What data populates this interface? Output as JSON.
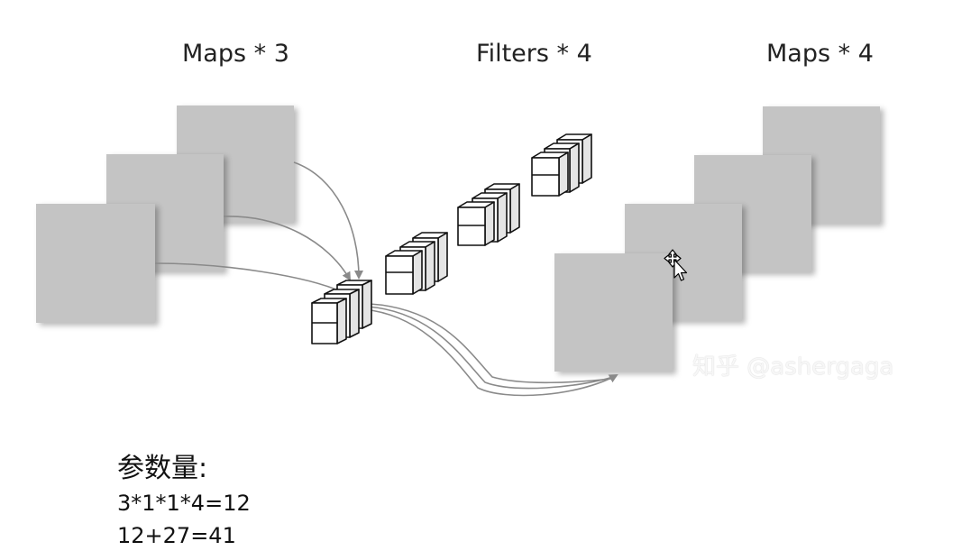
{
  "headings": {
    "input_maps": "Maps * 3",
    "filters": "Filters * 4",
    "output_maps": "Maps * 4"
  },
  "watermark": "知乎 @ashergaga",
  "notes": {
    "title": "参数量:",
    "lines": [
      "3*1*1*4=12",
      "12+27=41"
    ]
  },
  "icons": [
    "move-cursor-icon"
  ],
  "colors": {
    "map_fill": "#c4c4c4",
    "arrow": "#8a8a8a",
    "cube_stroke": "#111111",
    "background": "#ffffff"
  }
}
